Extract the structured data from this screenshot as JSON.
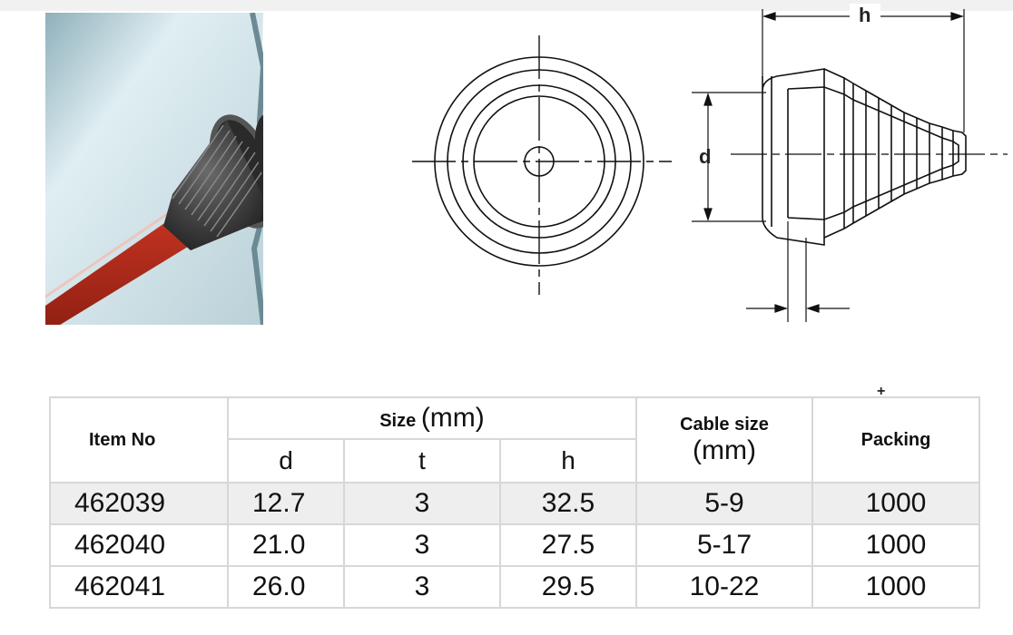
{
  "diagram": {
    "labels": {
      "height": "h",
      "diameter": "d"
    }
  },
  "table": {
    "headers": {
      "item_no": "Item No",
      "size": "Size",
      "size_unit": "(mm)",
      "cable_size": "Cable size",
      "cable_unit": "(mm)",
      "packing": "Packing"
    },
    "subheaders": {
      "d": "d",
      "t": "t",
      "h": "h"
    },
    "rows": [
      {
        "item": "462039",
        "d": "12.7",
        "t": "3",
        "h": "32.5",
        "cable": "5-9",
        "packing": "1000"
      },
      {
        "item": "462040",
        "d": "21.0",
        "t": "3",
        "h": "27.5",
        "cable": "5-17",
        "packing": "1000"
      },
      {
        "item": "462041",
        "d": "26.0",
        "t": "3",
        "h": "29.5",
        "cable": "10-22",
        "packing": "1000"
      }
    ]
  },
  "colors": {
    "cable": "#c8321f",
    "grommet": "#3a3a3a",
    "panel": "#c9dde3",
    "line": "#111111"
  }
}
